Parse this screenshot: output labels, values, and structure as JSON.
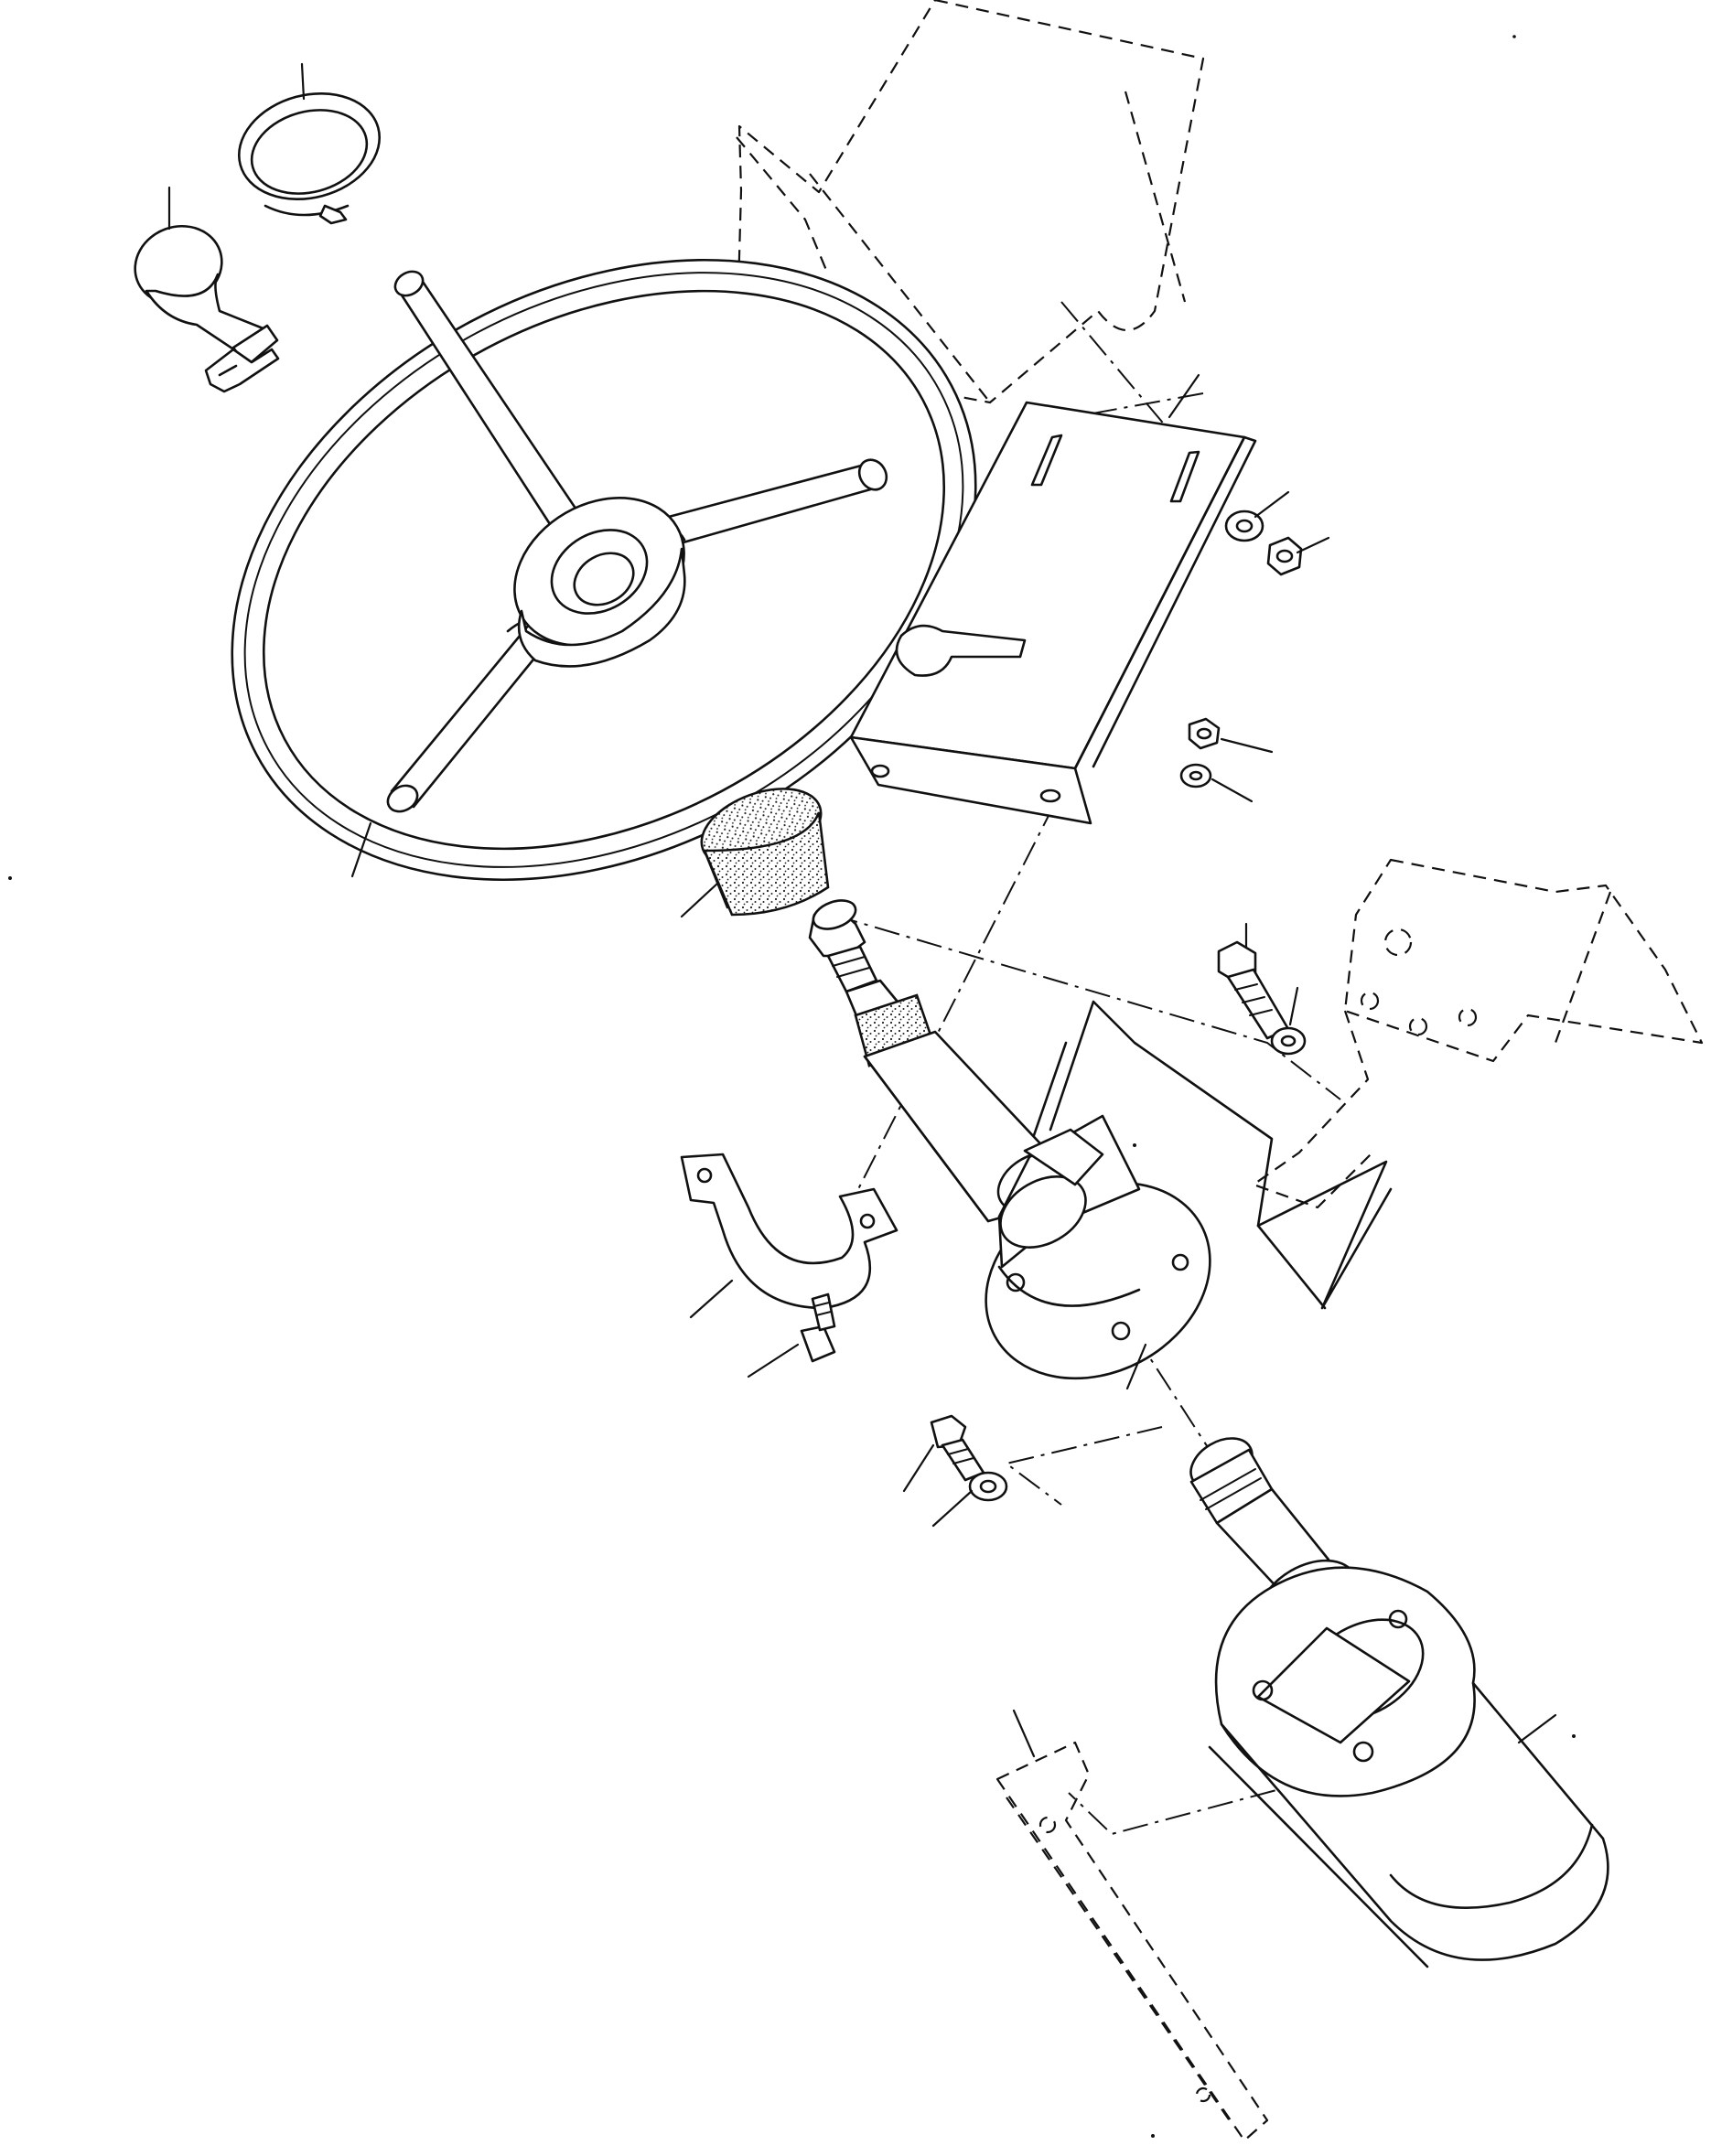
{
  "figure": {
    "kind": "exploded-parts-view",
    "subject_icons": [
      "steering-wheel",
      "steering-column",
      "steering-motor",
      "mounting-bracket",
      "hardware"
    ],
    "colors": {
      "line": "#111111",
      "background": "#ffffff"
    }
  }
}
